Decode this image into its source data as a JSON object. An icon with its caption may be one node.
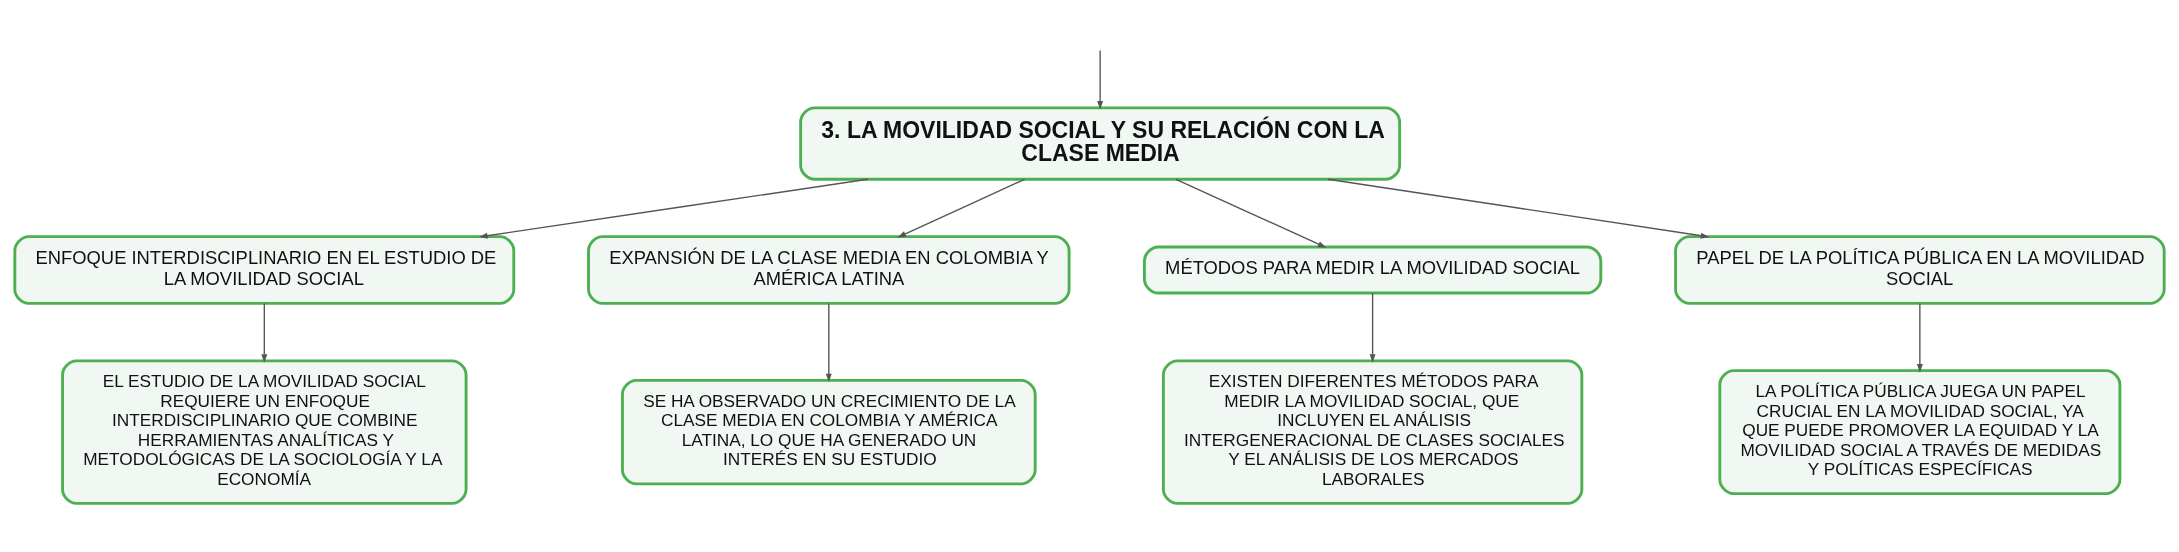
{
  "diagram": {
    "nodes": [
      {
        "text": [
          "3. LA MOVILIDAD SOCIAL Y SU RELACIÓN CON LA CLASE MEDIA"
        ]
      },
      {
        "text": [
          "ENFOQUE INTERDISCIPLINARIO EN EL ESTUDIO DE LA MOVILIDAD SOCIAL"
        ]
      },
      {
        "text": [
          "EXPANSIÓN DE LA CLASE MEDIA EN COLOMBIA Y AMÉRICA LATINA"
        ]
      },
      {
        "text": [
          "MÉTODOS PARA MEDIR LA MOVILIDAD SOCIAL"
        ]
      },
      {
        "text": [
          "PAPEL DE LA POLÍTICA PÚBLICA EN LA MOVILIDAD SOCIAL"
        ]
      },
      {
        "text": [
          "EL ESTUDIO DE LA MOVILIDAD SOCIAL REQUIERE UN ENFOQUE INTERDISCIPLINARIO QUE COMBINE HERRAMIENTAS ANALÍTICAS Y METODOLÓGICAS DE LA SOCIOLOGÍA Y LA ECONOMÍA"
        ]
      },
      {
        "text": [
          "SE HA OBSERVADO UN CRECIMIENTO DE LA CLASE MEDIA EN COLOMBIA Y AMÉRICA LATINA, LO QUE HA GENERADO UN INTERÉS EN SU ESTUDIO"
        ]
      },
      {
        "text": [
          "EXISTEN DIFERENTES MÉTODOS PARA MEDIR LA MOVILIDAD SOCIAL, QUE INCLUYEN EL ANÁLISIS INTERGENERACIONAL DE CLASES SOCIALES Y EL ANÁLISIS DE LOS MERCADOS LABORALES"
        ]
      },
      {
        "text": [
          "LA POLÍTICA PÚBLICA JUEGA UN PAPEL CRUCIAL EN LA MOVILIDAD SOCIAL, YA QUE PUEDE PROMOVER LA EQUIDAD Y LA MOVILIDAD SOCIAL A TRAVÉS DE MEDIDAS Y POLÍTICAS ESPECÍFICAS"
        ]
      }
    ],
    "edges": [
      {
        "from": null,
        "to": 0,
        "arrow": "to"
      },
      {
        "from": 0,
        "to": 1,
        "arrow": "to"
      },
      {
        "from": 0,
        "to": 2,
        "arrow": "to"
      },
      {
        "from": 0,
        "to": 3,
        "arrow": "to"
      },
      {
        "from": 0,
        "to": 4,
        "arrow": "to"
      },
      {
        "from": 1,
        "to": 5,
        "arrow": "to"
      },
      {
        "from": 2,
        "to": 6,
        "arrow": "to"
      },
      {
        "from": 3,
        "to": 7,
        "arrow": "to"
      },
      {
        "from": 4,
        "to": 8,
        "arrow": "to"
      }
    ]
  }
}
